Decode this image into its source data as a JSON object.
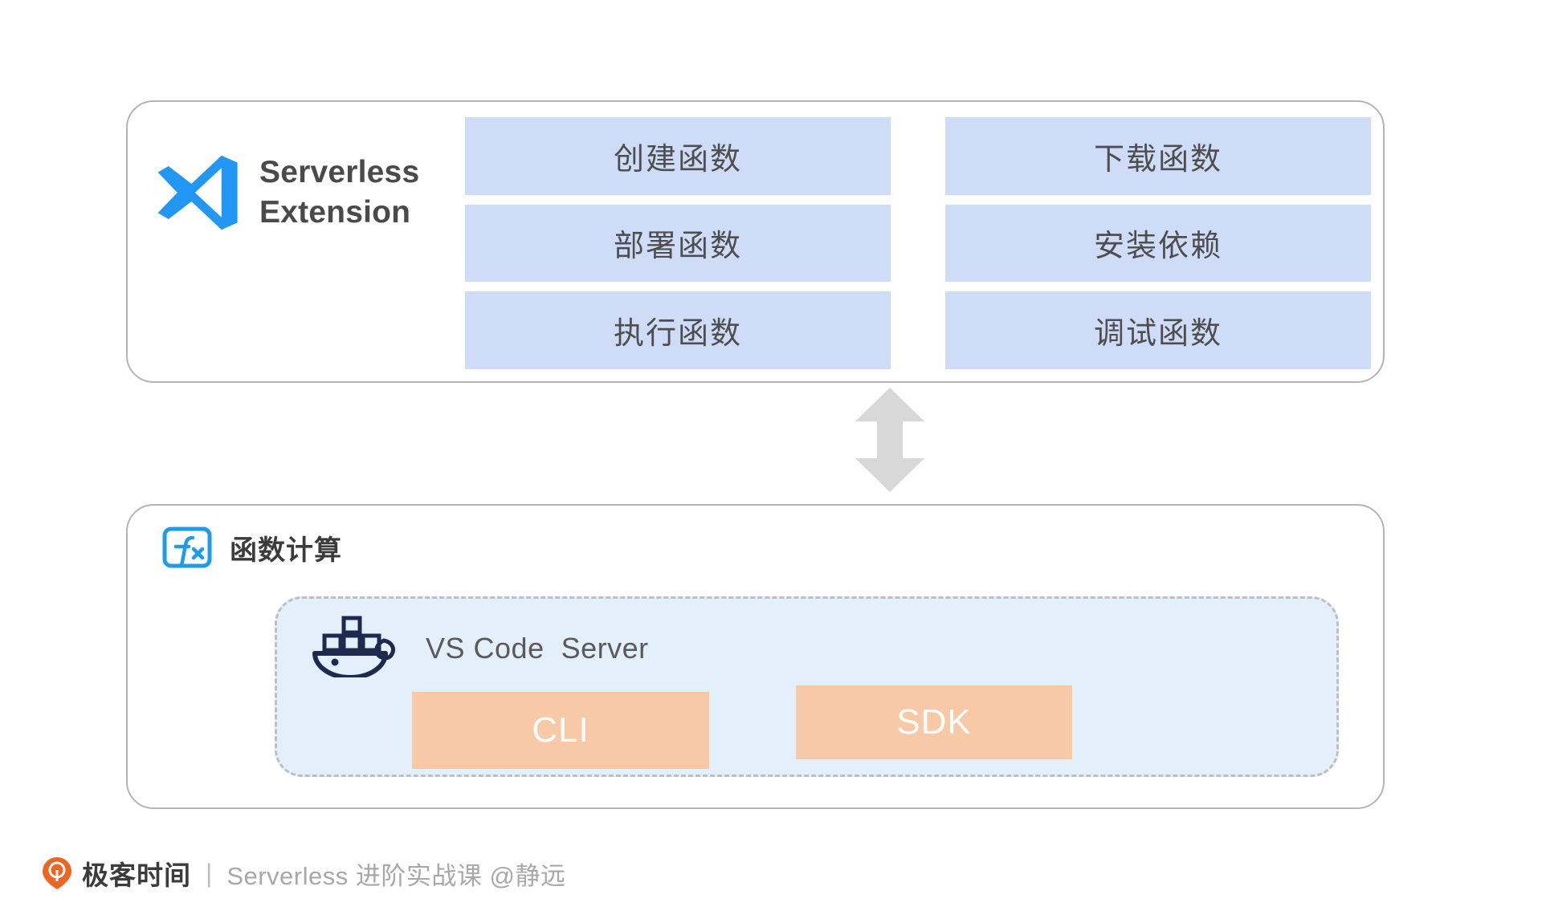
{
  "diagram": {
    "top_card": {
      "brand": {
        "logo_icon": "vscode-logo-icon",
        "title_line1": "Serverless",
        "title_line2": "Extension",
        "title_full": "Serverless\nExtension"
      },
      "buttons": [
        {
          "label": "创建函数",
          "column": "left",
          "row": 1
        },
        {
          "label": "下载函数",
          "column": "right",
          "row": 1
        },
        {
          "label": "部署函数",
          "column": "left",
          "row": 2
        },
        {
          "label": "安装依赖",
          "column": "right",
          "row": 2
        },
        {
          "label": "执行函数",
          "column": "left",
          "row": 3
        },
        {
          "label": "调试函数",
          "column": "right",
          "row": 3
        }
      ],
      "button_color": "#cfdcf8",
      "button_text_color": "#4e4e4e"
    },
    "connector": {
      "icon": "double-headed-vertical-arrow-icon",
      "color": "#d8d8d8"
    },
    "bottom_card": {
      "service": {
        "icon": "fx-function-compute-icon",
        "icon_color": "#1e9bea",
        "label": "函数计算"
      },
      "container": {
        "icon": "docker-whale-icon",
        "icon_color": "#1d2a4d",
        "title": "VS Code  Server",
        "background": "#e4effc",
        "border_style": "dashed",
        "border_color": "#bfbfbf",
        "items": [
          {
            "label": "CLI"
          },
          {
            "label": "SDK"
          }
        ],
        "item_color": "#f7c9a7",
        "item_text_color": "#ffffff"
      }
    },
    "card_border_color": "#b4b4b4"
  },
  "footer": {
    "logo_icon": "geekbang-pin-icon",
    "logo_color": "#f06422",
    "brand": "极客时间",
    "divider": "|",
    "subtitle": "Serverless 进阶实战课 @静远"
  }
}
